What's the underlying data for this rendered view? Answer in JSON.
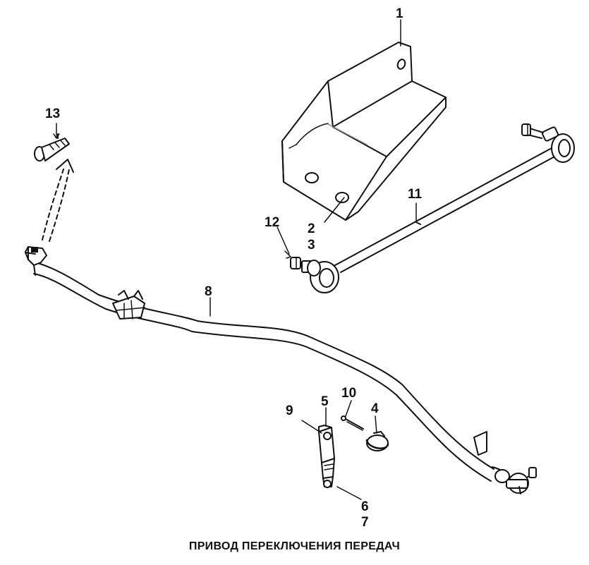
{
  "caption": "ПРИВОД ПЕРЕКЛЮЧЕНИЯ ПЕРЕДАЧ",
  "callouts": {
    "c1": "1",
    "c2": "2",
    "c3": "3",
    "c4": "4",
    "c5": "5",
    "c6": "6",
    "c7": "7",
    "c8": "8",
    "c9": "9",
    "c10": "10",
    "c11": "11",
    "c12": "12",
    "c13": "13"
  },
  "parts": [
    {
      "ref": "1",
      "icon": "bracket-plate-icon"
    },
    {
      "ref": "2",
      "icon": "hole-icon"
    },
    {
      "ref": "3",
      "icon": "hole-icon"
    },
    {
      "ref": "4",
      "icon": "clamp-ring-icon"
    },
    {
      "ref": "5",
      "icon": "clevis-icon"
    },
    {
      "ref": "6",
      "icon": "clevis-joint-icon"
    },
    {
      "ref": "7",
      "icon": "clevis-joint-icon"
    },
    {
      "ref": "8",
      "icon": "shift-rod-icon"
    },
    {
      "ref": "9",
      "icon": "clevis-eye-icon"
    },
    {
      "ref": "10",
      "icon": "cotter-pin-icon"
    },
    {
      "ref": "11",
      "icon": "link-rod-icon"
    },
    {
      "ref": "12",
      "icon": "ball-joint-icon"
    },
    {
      "ref": "13",
      "icon": "bolt-icon"
    }
  ],
  "colors": {
    "line": "#111111",
    "fill": "#ffffff",
    "shade": "#cfcfcf"
  }
}
